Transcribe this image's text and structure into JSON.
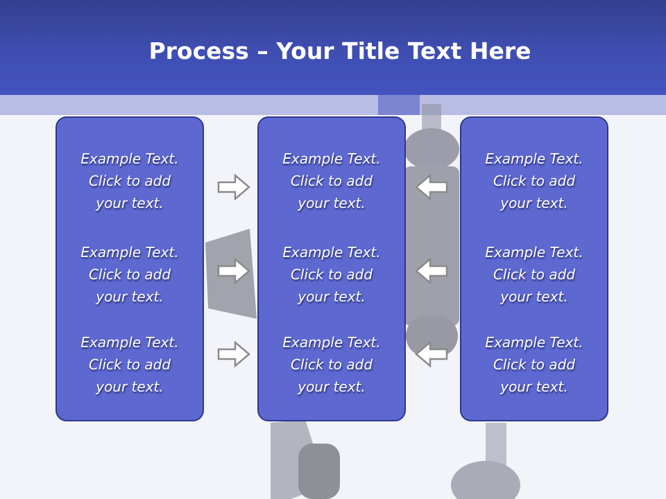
{
  "title": {
    "bold": "Process",
    "rest": " – Your Title Text Here"
  },
  "columns": [
    {
      "items": [
        "Example Text.\nClick  to add\nyour text.",
        "Example Text.\nClick  to add\nyour text.",
        "Example Text.\nClick  to add\nyour text."
      ]
    },
    {
      "items": [
        "Example Text.\nClick  to add\nyour text.",
        "Example Text.\nClick  to add\nyour text.",
        "Example Text.\nClick  to add\nyour text."
      ]
    },
    {
      "items": [
        "Example Text.\nClick  to add\nyour text.",
        "Example Text.\nClick  to add\nyour text.",
        "Example Text.\nClick  to add\nyour text."
      ]
    }
  ],
  "arrows": {
    "left_group": "arrow-right-icon",
    "right_group": "arrow-left-icon"
  },
  "colors": {
    "header": "#3f4eb1",
    "strip": "#b9bde3",
    "box_fill": "#505bcd",
    "box_border": "#2d3791",
    "background": "#f3f4f9"
  }
}
